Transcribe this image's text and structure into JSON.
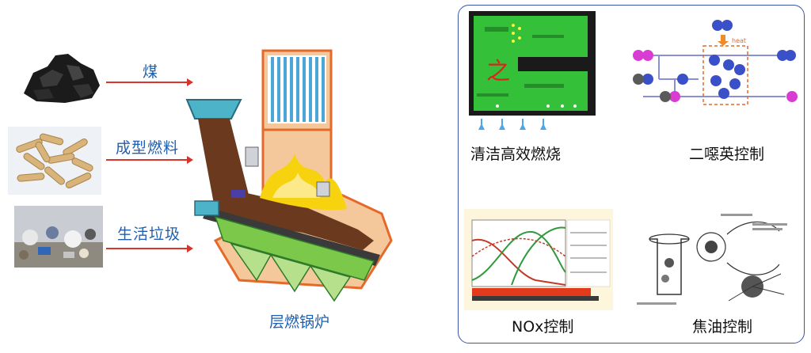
{
  "fuels": [
    {
      "label": "煤",
      "icon": "coal-icon"
    },
    {
      "label": "成型燃料",
      "icon": "pellet-icon"
    },
    {
      "label": "生活垃圾",
      "icon": "garbage-icon"
    }
  ],
  "boiler": {
    "caption": "层燃锅炉"
  },
  "topics": [
    {
      "caption": "清洁高效燃烧"
    },
    {
      "caption": "二噁英控制"
    },
    {
      "caption": "NOx控制"
    },
    {
      "caption": "焦油控制"
    }
  ],
  "colors": {
    "arrow": "#d9342b",
    "label_blue": "#1f5fb0",
    "panel_border": "#3b55a8"
  }
}
